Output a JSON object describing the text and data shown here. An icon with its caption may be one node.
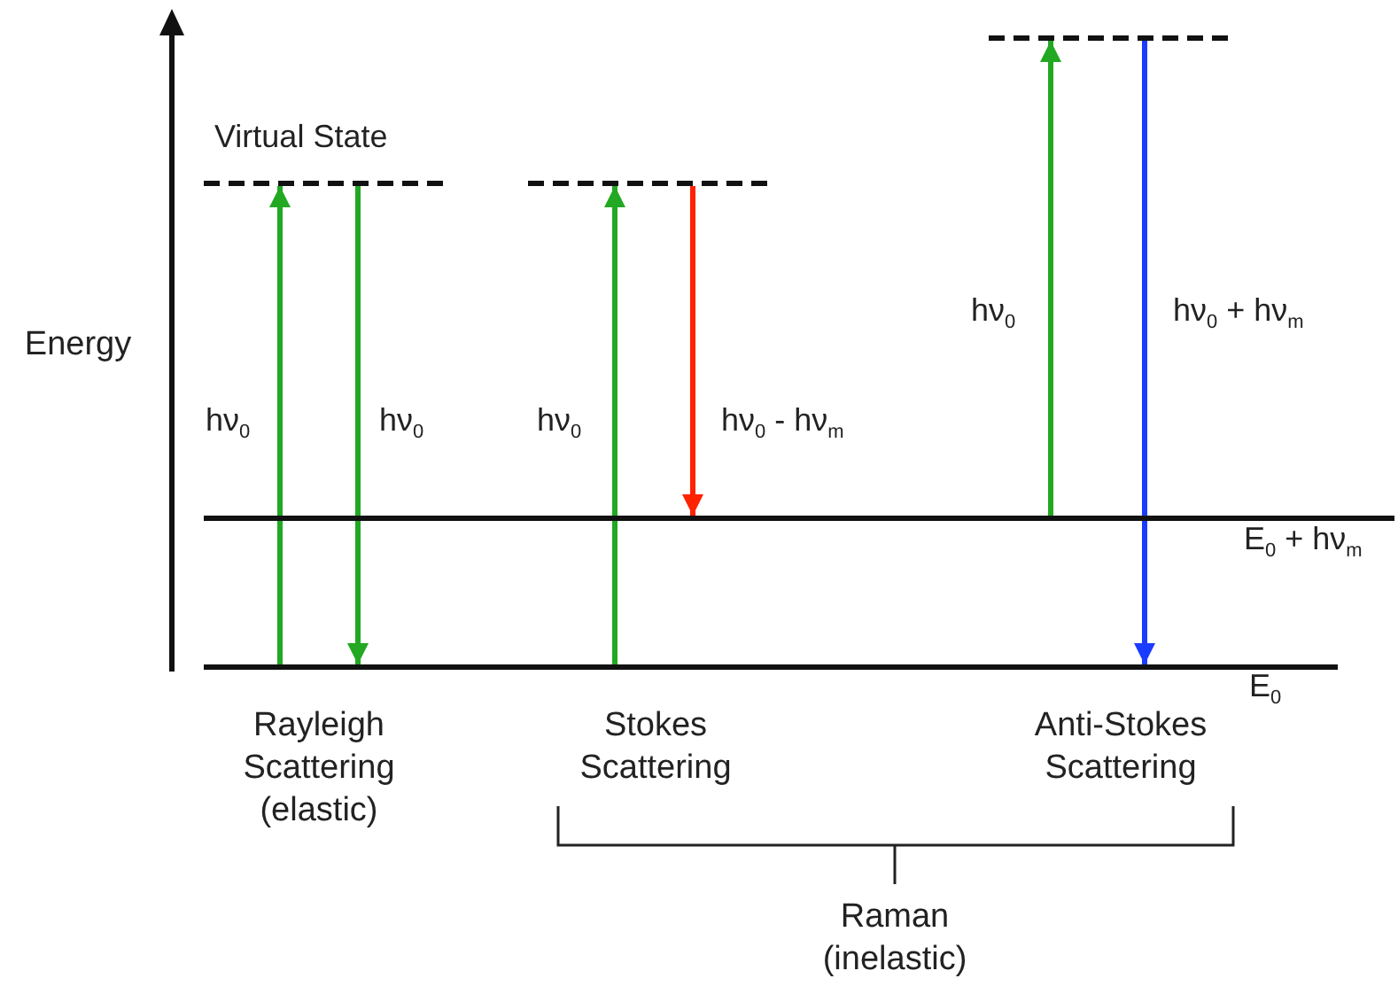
{
  "diagram": {
    "nodes": [
      {
        "text": [
          "Virtual State"
        ]
      },
      {
        "text": [],
        "shape": "bar"
      },
      {
        "text": [],
        "shape": "bar"
      },
      {
        "text": [
          "E$_{0}$ + hν$_{m}$"
        ]
      },
      {
        "text": [
          "E$_{0}$"
        ]
      }
    ],
    "edges": [
      {
        "from": 4,
        "to": 0,
        "arrow": "to",
        "label": "hν$_{0}$"
      },
      {
        "from": 0,
        "to": 4,
        "arrow": "to",
        "label": "hν$_{0}$"
      },
      {
        "from": 4,
        "to": 1,
        "arrow": "to",
        "label": "hν$_{0}$"
      },
      {
        "from": 1,
        "to": 3,
        "arrow": "to",
        "label": "hν$_{0}$ - hν$_{m}$",
        "color": "#ff2200"
      },
      {
        "from": 3,
        "to": 2,
        "arrow": "to",
        "label": "hν$_{0}$"
      },
      {
        "from": 2,
        "to": 4,
        "arrow": "to",
        "label": "hν$_{0}$ + hν$_{m}$",
        "color": "#1a3cff"
      }
    ],
    "labels": [
      "Energy",
      "Rayleigh Scattering (elastic)",
      "Stokes Scattering",
      "Anti-Stokes Scattering",
      "Raman (inelastic)"
    ]
  }
}
